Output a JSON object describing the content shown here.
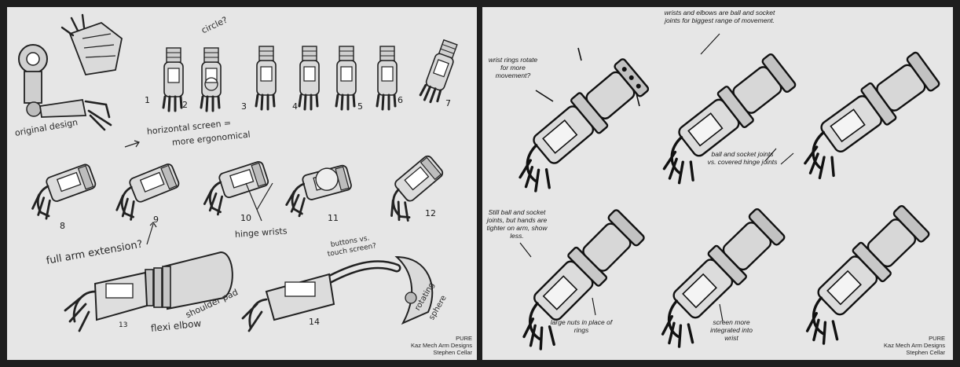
{
  "left_sheet": {
    "labels": {
      "circle": "circle?",
      "original": "original design",
      "horizontal": "horizontal screen =",
      "ergonomical": "more ergonomical",
      "hinge": "hinge wrists",
      "full_arm": "full arm extension?",
      "shoulder": "shoulder pad",
      "flexi": "flexi elbow",
      "buttons": "buttons vs.",
      "touch": "touch screen?",
      "rotating": "rotating",
      "sphere": "sphere"
    },
    "numbers": [
      "1",
      "2",
      "3",
      "4",
      "5",
      "6",
      "7",
      "8",
      "9",
      "10",
      "11",
      "12",
      "13",
      "14"
    ],
    "credits": [
      "PURE",
      "Kaz Mech Arm Designs",
      "Stephen Cellar"
    ]
  },
  "right_sheet": {
    "notes": {
      "wrist_rings": "wrist rings rotate for more movement?",
      "ball_elbows": "wrists and elbows are ball and socket joints for biggest range of movement.",
      "ball_vs": "ball and socket joints vs. covered hinge joints",
      "still_ball": "Still ball and socket joints, but hands are tighter on arm, show less.",
      "large_nuts": "large nuts in place of rings",
      "screen_more": "screen more integrated into wrist"
    },
    "credits": [
      "PURE",
      "Kaz Mech Arm Designs",
      "Stephen Cellar"
    ]
  },
  "colors": {
    "background": "#1e1e1e",
    "paper": "#e6e6e6",
    "ink": "#1a1a1a"
  }
}
